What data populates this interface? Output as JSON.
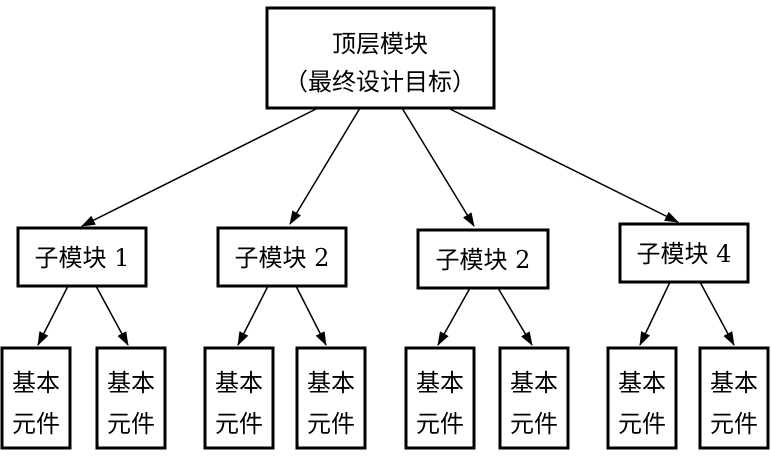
{
  "top_module": {
    "title": "顶层模块",
    "subtitle": "（最终设计目标）"
  },
  "sub_modules": [
    {
      "label": "子模块 1",
      "leaves": [
        {
          "line1": "基本",
          "line2": "元件"
        },
        {
          "line1": "基本",
          "line2": "元件"
        }
      ]
    },
    {
      "label": "子模块 2",
      "leaves": [
        {
          "line1": "基本",
          "line2": "元件"
        },
        {
          "line1": "基本",
          "line2": "元件"
        }
      ]
    },
    {
      "label": "子模块 2",
      "leaves": [
        {
          "line1": "基本",
          "line2": "元件"
        },
        {
          "line1": "基本",
          "line2": "元件"
        }
      ]
    },
    {
      "label": "子模块 4",
      "leaves": [
        {
          "line1": "基本",
          "line2": "元件"
        },
        {
          "line1": "基本",
          "line2": "元件"
        }
      ]
    }
  ]
}
